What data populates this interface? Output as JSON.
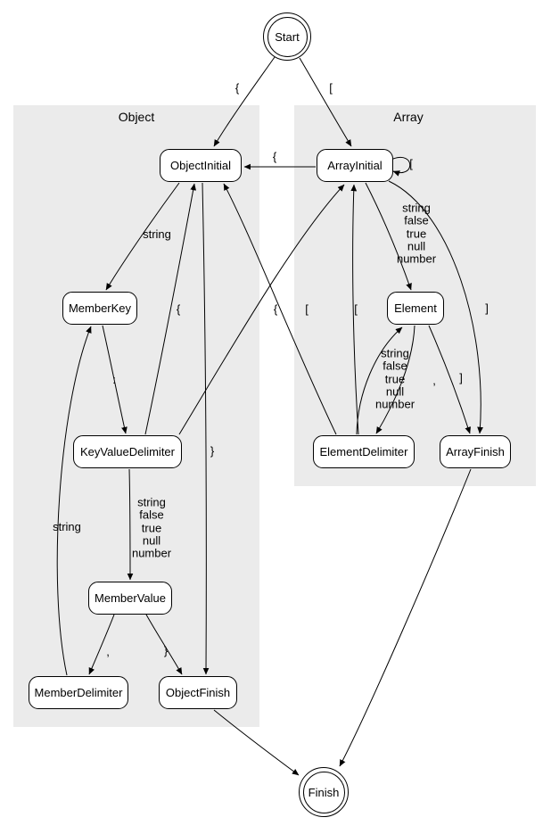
{
  "diagram": {
    "clusters": [
      {
        "id": "object",
        "label": "Object"
      },
      {
        "id": "array",
        "label": "Array"
      }
    ],
    "nodes": {
      "start": "Start",
      "finish": "Finish",
      "object_initial": "ObjectInitial",
      "array_initial": "ArrayInitial",
      "member_key": "MemberKey",
      "key_value_delimiter": "KeyValueDelimiter",
      "member_value": "MemberValue",
      "member_delimiter": "MemberDelimiter",
      "object_finish": "ObjectFinish",
      "element": "Element",
      "element_delimiter": "ElementDelimiter",
      "array_finish": "ArrayFinish"
    },
    "edge_labels": {
      "start_to_object_initial": "{",
      "start_to_array_initial": "[",
      "array_initial_to_object_initial": "{",
      "array_initial_self": "[",
      "array_initial_to_element": "string\nfalse\ntrue\nnull\nnumber",
      "array_initial_to_array_finish": "]",
      "element_to_element_delimiter": ",",
      "element_to_array_finish": "]",
      "element_delimiter_to_element": "string\nfalse\ntrue\nnull\nnumber",
      "element_delimiter_to_array_initial": "[",
      "element_delimiter_to_object_initial": "{",
      "object_initial_to_member_key": "string",
      "object_initial_to_object_finish": "}",
      "member_key_to_key_value_delimiter": ":",
      "key_value_delimiter_to_member_value": "string\nfalse\ntrue\nnull\nnumber",
      "key_value_delimiter_to_object_initial": "{",
      "key_value_delimiter_to_array_initial": "[",
      "member_value_to_member_delimiter": ",",
      "member_value_to_object_finish": "}",
      "member_delimiter_to_member_key": "string"
    },
    "colors": {
      "background": "#ffffff",
      "cluster_background": "#ebebeb",
      "node_border": "#000000",
      "edge": "#000000"
    }
  }
}
